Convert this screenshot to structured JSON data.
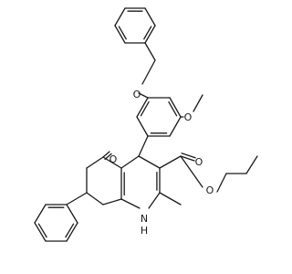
{
  "molecule": {
    "atom_labels": {
      "ether_oxygen_benzyl": "O",
      "ether_oxygen_methoxy": "O",
      "ketone_oxygen": "O",
      "ester_carbonyl_oxygen": "O",
      "ester_alkoxy_oxygen": "O",
      "ring_nitrogen": "N",
      "ring_nh_hydrogen": "H"
    }
  }
}
